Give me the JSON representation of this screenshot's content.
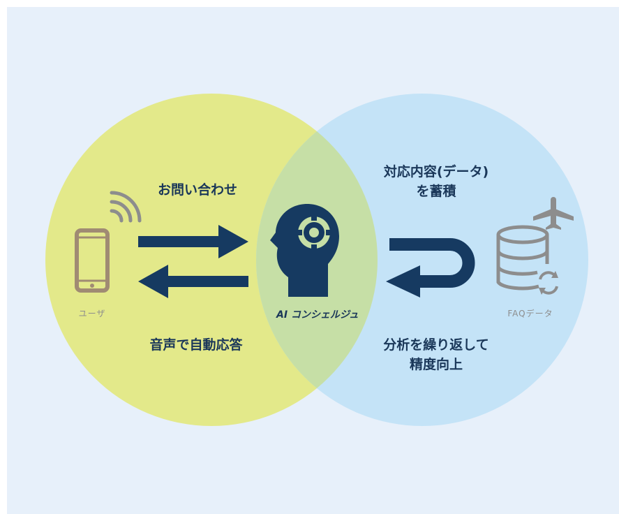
{
  "diagram": {
    "inquiry": "お問い合わせ",
    "auto_response": "音声で自動応答",
    "accumulate_line1": "対応内容(データ)",
    "accumulate_line2": "を蓄積",
    "improve_line1": "分析を繰り返して",
    "improve_line2": "精度向上",
    "user_label": "ユーザ",
    "faq_label": "FAQデータ",
    "ai_label": "AI コンシェルジュ"
  },
  "colors": {
    "background": "#e7f0fa",
    "left_circle": "#e3e98a",
    "right_circle": "#c4e3f7",
    "overlap": "#c6dfa6",
    "arrow": "#163a61",
    "icon_gray": "#8d8d8d",
    "phone_brown": "#a08b73"
  },
  "icons": [
    "smartphone-icon",
    "signal-wave-icon",
    "ai-head-gear-icon",
    "database-icon",
    "refresh-icon",
    "airplane-icon"
  ]
}
